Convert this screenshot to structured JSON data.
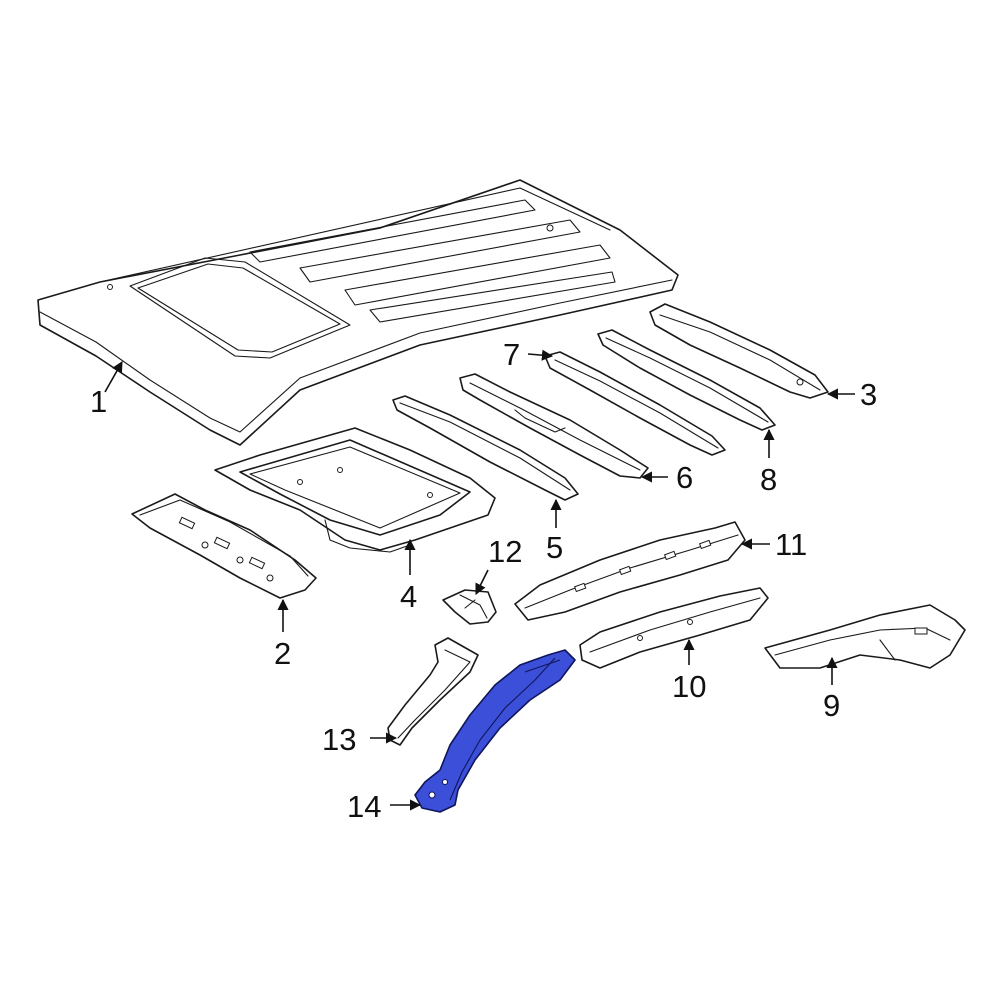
{
  "callouts": [
    {
      "id": "1",
      "label": "1"
    },
    {
      "id": "2",
      "label": "2"
    },
    {
      "id": "3",
      "label": "3"
    },
    {
      "id": "4",
      "label": "4"
    },
    {
      "id": "5",
      "label": "5"
    },
    {
      "id": "6",
      "label": "6"
    },
    {
      "id": "7",
      "label": "7"
    },
    {
      "id": "8",
      "label": "8"
    },
    {
      "id": "9",
      "label": "9"
    },
    {
      "id": "10",
      "label": "10"
    },
    {
      "id": "11",
      "label": "11"
    },
    {
      "id": "12",
      "label": "12"
    },
    {
      "id": "13",
      "label": "13"
    },
    {
      "id": "14",
      "label": "14"
    }
  ],
  "highlighted_part": "14",
  "colors": {
    "highlight": "#3b4fd8",
    "line": "#1a1a1a",
    "background": "#ffffff"
  }
}
